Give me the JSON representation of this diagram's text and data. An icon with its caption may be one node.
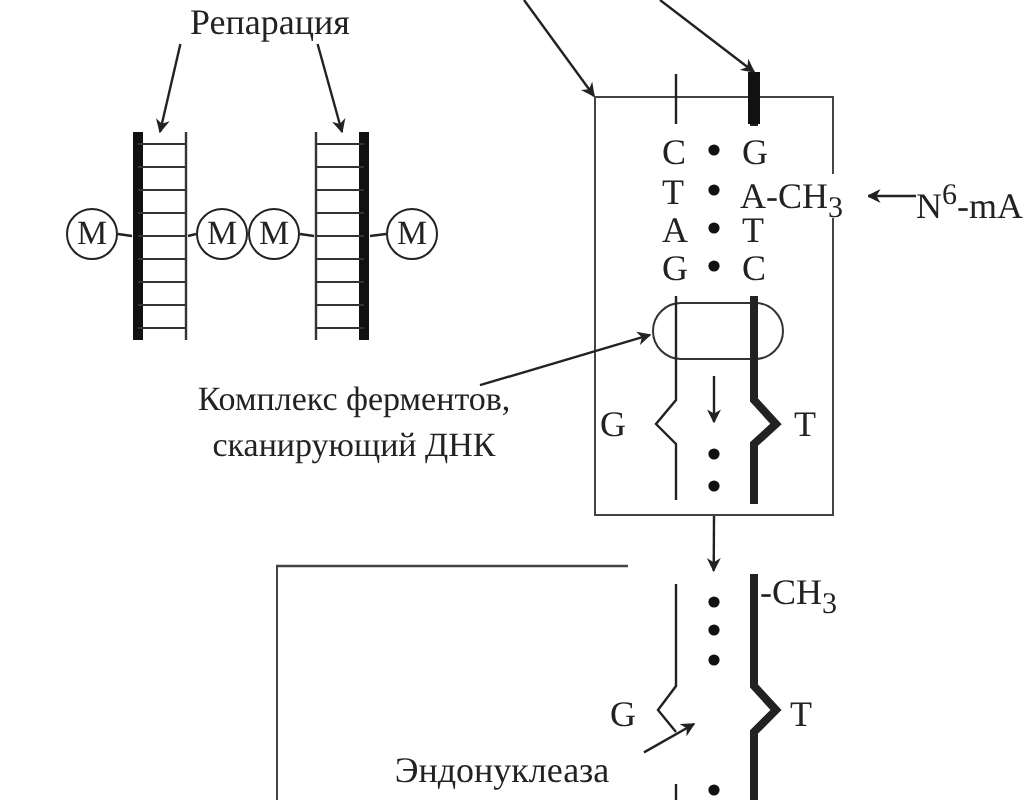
{
  "diagram": {
    "nodes": [
      {
        "text": [
          "Репарация"
        ]
      },
      {
        "text": [],
        "shape": "picture"
      },
      {
        "text": [],
        "shape": "picture"
      },
      {
        "text": [
          "М"
        ]
      },
      {
        "text": [
          "М"
        ]
      },
      {
        "text": [
          "М"
        ]
      },
      {
        "text": [
          "М"
        ]
      },
      {
        "text": [],
        "shape": "box"
      },
      {
        "text": [],
        "shape": "bar"
      },
      {
        "text": [],
        "shape": "box",
        "in": 7
      },
      {
        "text": [
          "Комплекс ферментов, сканирующий ДНК"
        ]
      },
      {
        "text": [
          "A-CH$_{3}$"
        ]
      },
      {
        "text": [
          "N$^{6}$-mA"
        ]
      },
      {
        "text": [],
        "shape": "box"
      },
      {
        "text": [
          "Эндонуклеаза"
        ],
        "in": 13
      }
    ],
    "edges": [
      {
        "from": 0,
        "to": 1,
        "arrow": "to"
      },
      {
        "from": 0,
        "to": 2,
        "arrow": "to"
      },
      {
        "from": 3,
        "to": 1,
        "arrow": "none"
      },
      {
        "from": 1,
        "to": 4,
        "arrow": "none"
      },
      {
        "from": 5,
        "to": 2,
        "arrow": "none"
      },
      {
        "from": 2,
        "to": 6,
        "arrow": "none"
      },
      {
        "from": null,
        "to": 7,
        "arrow": "to"
      },
      {
        "from": null,
        "to": 8,
        "arrow": "to"
      },
      {
        "from": 10,
        "to": 9,
        "arrow": "to"
      },
      {
        "from": 12,
        "to": 11,
        "arrow": "to"
      },
      {
        "from": 7,
        "to": 13,
        "arrow": "to"
      },
      {
        "from": 14,
        "to": null,
        "arrow": "to"
      }
    ],
    "labels": [
      "C",
      "G",
      "T",
      "A",
      "T",
      "G",
      "C",
      "G",
      "T",
      "-CH$_{3}$",
      "G",
      "T"
    ]
  }
}
